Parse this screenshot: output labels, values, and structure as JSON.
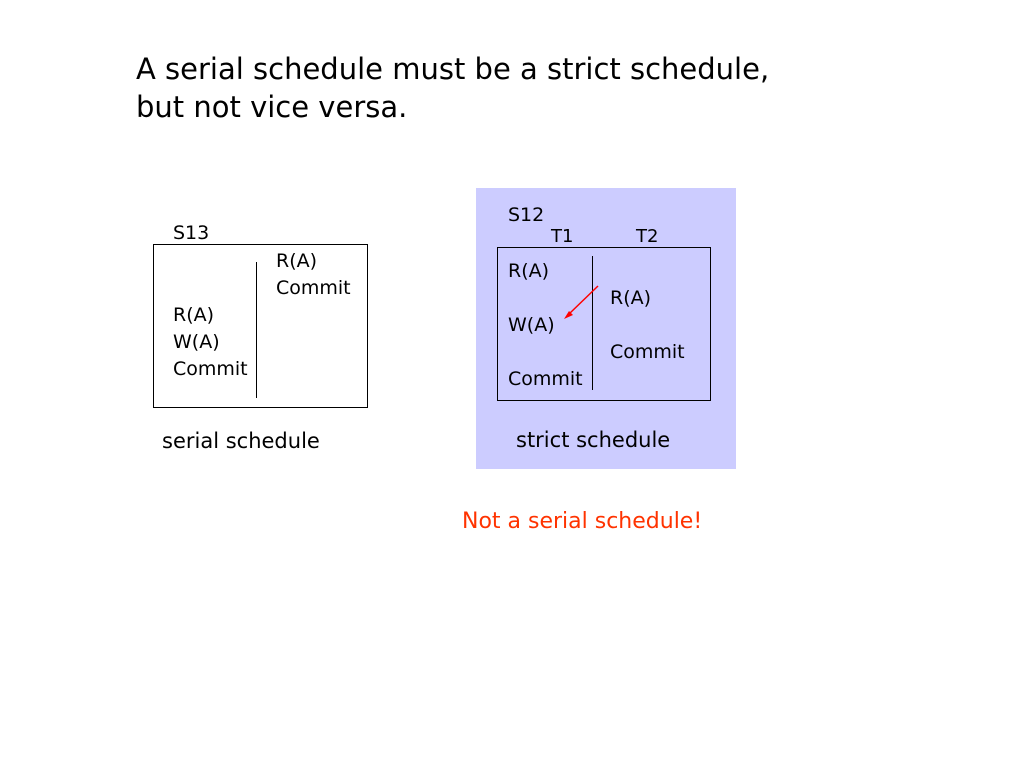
{
  "title": {
    "line1": "A serial schedule must be a strict schedule,",
    "line2": "but not vice versa."
  },
  "s13": {
    "name": "S13",
    "t2_ops": [
      "R(A)",
      "Commit"
    ],
    "t1_ops": [
      "R(A)",
      "W(A)",
      "Commit"
    ],
    "caption": "serial schedule"
  },
  "s12": {
    "name": "S12",
    "col1": "T1",
    "col2": "T2",
    "t1_ops": [
      "R(A)",
      "W(A)",
      "Commit"
    ],
    "t2_ops": [
      "R(A)",
      "Commit"
    ],
    "caption": "strict schedule",
    "panel_color": "#ccccff"
  },
  "note": {
    "text": "Not a serial schedule!",
    "color": "#ff3300"
  },
  "arrow": {
    "color": "#ff0000"
  }
}
